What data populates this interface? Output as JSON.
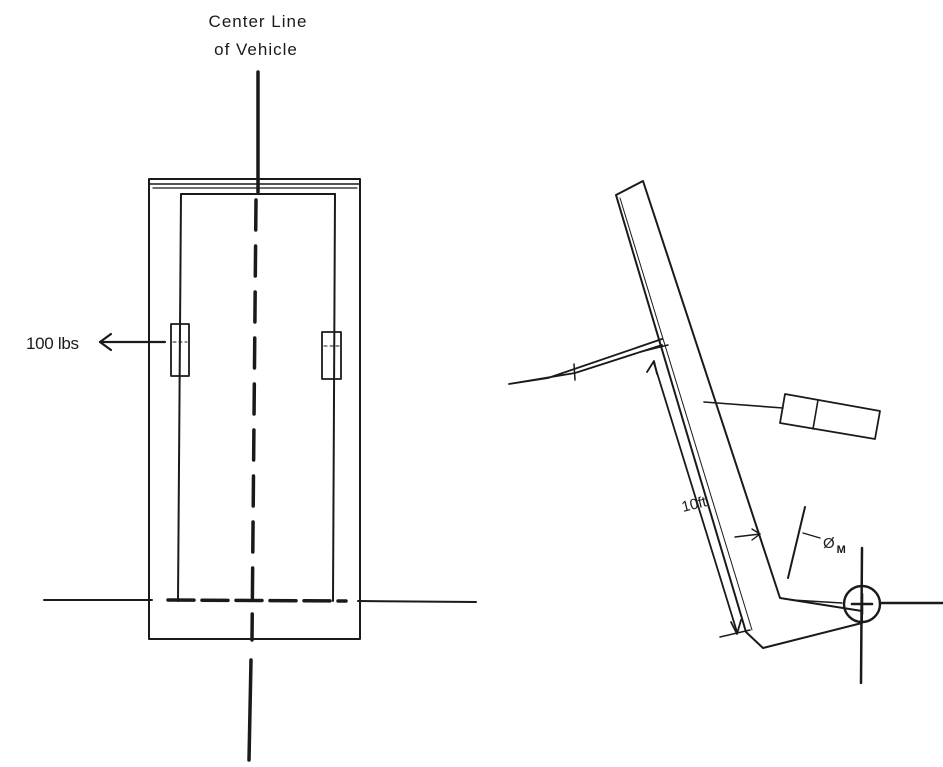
{
  "labels": {
    "center_line": "Center Line",
    "of_vehicle": "of Vehicle",
    "force": "100 lbs",
    "length": "10ft",
    "angle_symbol": "Ø",
    "angle_subscript": "M"
  },
  "ink_color": "#1a1a1a",
  "icons": {
    "force_arrow": "arrow-left-icon",
    "pivot": "plus-circle-icon"
  }
}
